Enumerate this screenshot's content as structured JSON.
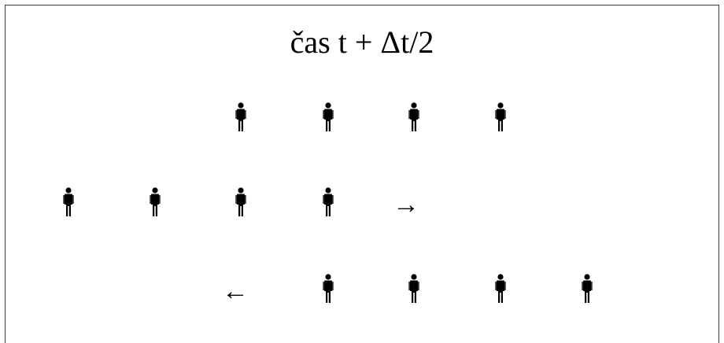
{
  "title": "čas t + Δt/2",
  "rows": [
    {
      "name": "top-row",
      "figures": 4
    },
    {
      "name": "middle-row",
      "figures": 4,
      "arrow": "→",
      "arrow_direction": "right"
    },
    {
      "name": "bottom-row",
      "figures": 4,
      "arrow": "←",
      "arrow_direction": "left"
    }
  ],
  "icons": {
    "figure": "person-icon"
  },
  "colors": {
    "figure": "#000000",
    "background": "#ffffff",
    "border": "#3a3a3a"
  }
}
